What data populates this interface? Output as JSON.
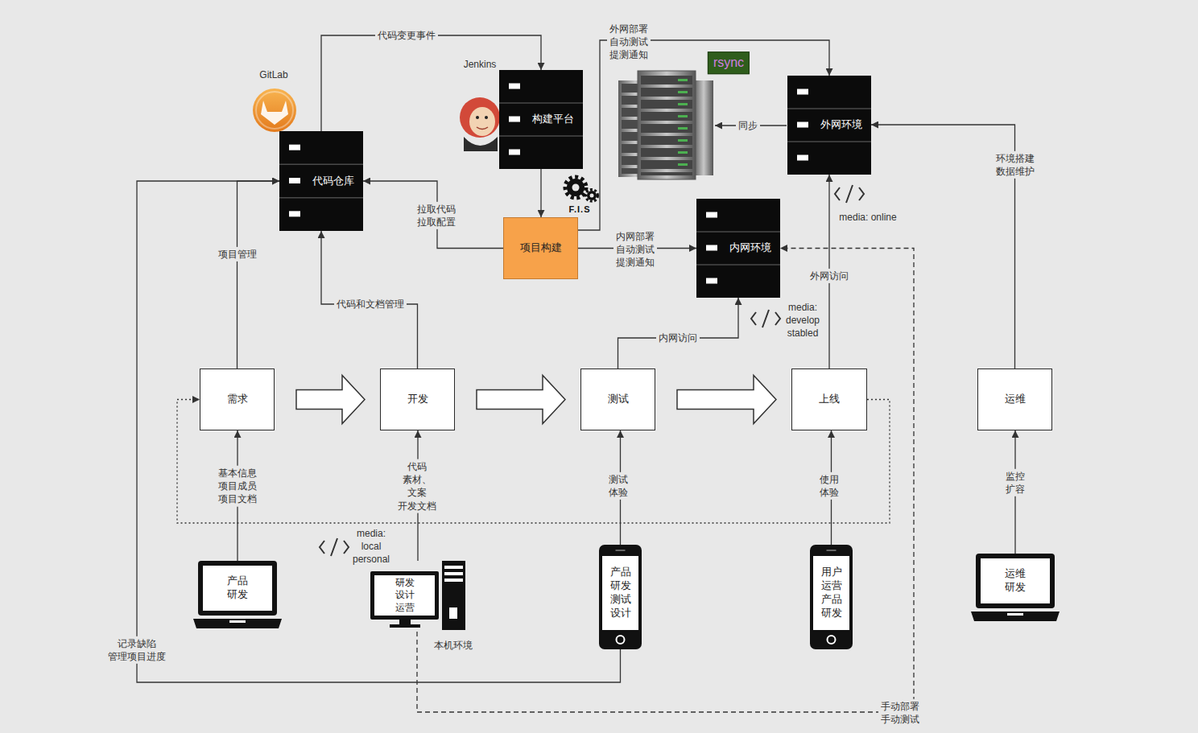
{
  "diagram": {
    "nodes": [
      {
        "text": [
          "代码仓库"
        ]
      },
      {
        "text": [
          "构建平台"
        ]
      },
      {
        "text": [
          "项目构建"
        ]
      },
      {
        "text": [
          "内网环境"
        ]
      },
      {
        "text": [
          "外网环境"
        ]
      },
      {
        "text": [
          "需求"
        ]
      },
      {
        "text": [
          "开发"
        ]
      },
      {
        "text": [
          "测试"
        ]
      },
      {
        "text": [
          "上线"
        ]
      },
      {
        "text": [
          "运维"
        ]
      },
      {
        "text": [
          "产品 研发"
        ]
      },
      {
        "text": [
          "研发 设计 运营"
        ]
      },
      {
        "text": [
          "产品 研发 测试 设计"
        ]
      },
      {
        "text": [
          "用户 运营 产品 研发"
        ]
      },
      {
        "text": [
          "运维 研发"
        ]
      }
    ],
    "edges": [
      {
        "from": 0,
        "to": 1,
        "label": "代码变更事件",
        "arrow": "to"
      },
      {
        "from": 1,
        "to": 2,
        "arrow": "to"
      },
      {
        "from": 2,
        "to": 0,
        "label": "拉取代码 拉取配置",
        "arrow": "to"
      },
      {
        "from": 2,
        "to": 3,
        "label": "内网部署 自动测试 提测通知",
        "arrow": "to"
      },
      {
        "from": 2,
        "to": 4,
        "label": "外网部署 自动测试 提测通知",
        "arrow": "to"
      },
      {
        "from": 5,
        "to": 0,
        "label": "项目管理",
        "arrow": "to"
      },
      {
        "from": 6,
        "to": 0,
        "label": "代码和文档管理",
        "arrow": "to"
      },
      {
        "from": 7,
        "to": 3,
        "label": "内网访问",
        "arrow": "to"
      },
      {
        "from": 8,
        "to": 4,
        "label": "外网访问",
        "arrow": "to"
      },
      {
        "from": 9,
        "to": 4,
        "label": "环境搭建 数据维护",
        "arrow": "to"
      },
      {
        "from": 5,
        "to": 6,
        "arrow": "to"
      },
      {
        "from": 6,
        "to": 7,
        "arrow": "to"
      },
      {
        "from": 7,
        "to": 8,
        "arrow": "to"
      },
      {
        "from": 10,
        "to": 5,
        "label": "基本信息 项目成员 项目文档",
        "arrow": "to"
      },
      {
        "from": 11,
        "to": 6,
        "label": "代码 素材、文案 开发文档",
        "arrow": "to"
      },
      {
        "from": 12,
        "to": 7,
        "label": "测试 体验",
        "arrow": "to"
      },
      {
        "from": 13,
        "to": 8,
        "label": "使用 体验",
        "arrow": "to"
      },
      {
        "from": 14,
        "to": 9,
        "label": "监控 扩容",
        "arrow": "to"
      },
      {
        "from": 12,
        "to": 0,
        "label": "记录缺陷 管理项目进度",
        "arrow": "to"
      },
      {
        "from": 8,
        "to": 5,
        "arrow": "to"
      },
      {
        "from": 11,
        "to": 3,
        "label": "手动部署 手动测试",
        "arrow": "to"
      }
    ],
    "labels": [
      "GitLab",
      "Jenkins",
      "F.I.S",
      "rsync",
      "同步",
      "media: online",
      "media: develop stabled",
      "media: local personal",
      "本机环境"
    ]
  }
}
